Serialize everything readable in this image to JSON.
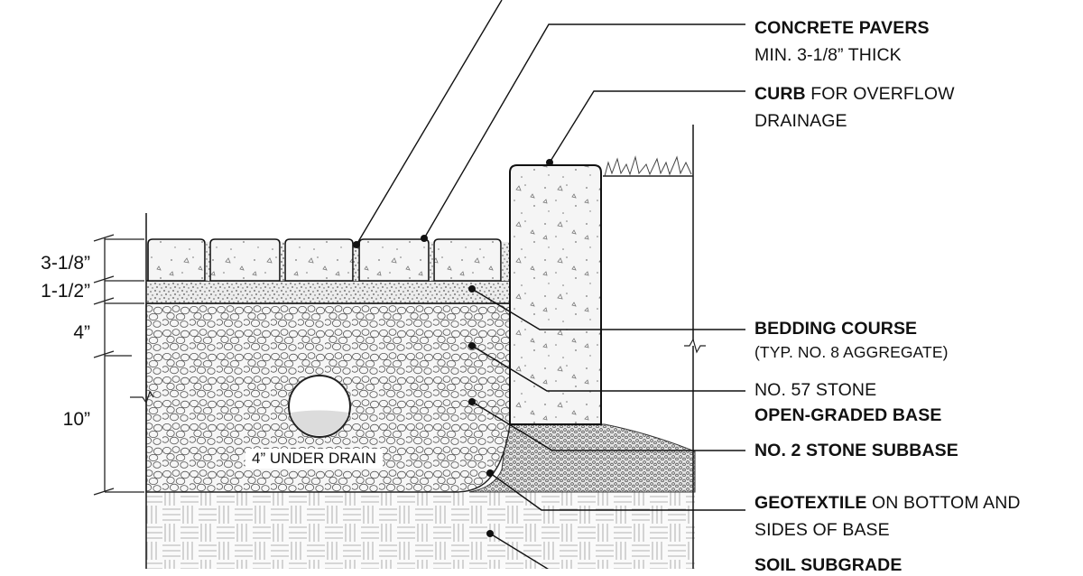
{
  "labels": {
    "concrete_pavers": {
      "bold": "CONCRETE PAVERS",
      "rest": "",
      "line2": "MIN.  3-1/8” THICK"
    },
    "curb": {
      "bold": "CURB",
      "rest": " FOR OVERFLOW",
      "line2": "DRAINAGE"
    },
    "bedding_course": {
      "bold": "BEDDING COURSE",
      "rest": "",
      "line2": "(TYP.  NO. 8 AGGREGATE)"
    },
    "no57": {
      "text": "NO. 57 STONE"
    },
    "open_graded": {
      "bold": "OPEN-GRADED BASE"
    },
    "no2": {
      "bold": "NO. 2 STONE SUBBASE"
    },
    "geotextile": {
      "bold": "GEOTEXTILE",
      "rest": " ON BOTTOM AND",
      "line2": "SIDES OF BASE"
    },
    "soil": {
      "bold": "SOIL SUBGRADE"
    }
  },
  "dimensions": [
    "3-1/8”",
    "1-1/2”",
    "4”",
    "10”"
  ],
  "drain_label": "4” UNDER DRAIN",
  "colors": {
    "line": "#111111",
    "fill_stone": "#f4f4f4",
    "background": "#ffffff"
  }
}
